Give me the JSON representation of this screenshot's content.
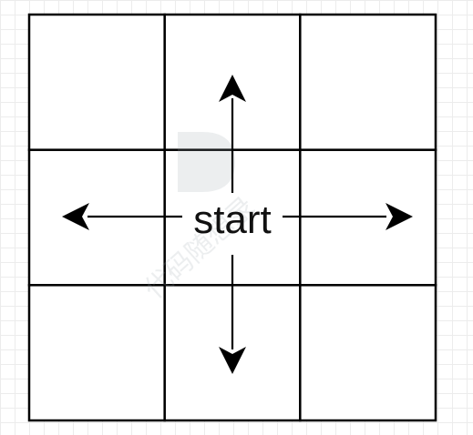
{
  "diagram": {
    "label": "start",
    "grid": {
      "rows": 3,
      "cols": 3
    },
    "arrows": [
      "up",
      "down",
      "left",
      "right"
    ],
    "colors": {
      "stroke": "#000000",
      "cell_fill": "#ffffff",
      "background_grid": "#ececec",
      "watermark": "#9aa4ad"
    },
    "watermark": {
      "logo_letter": "D",
      "text": "代码随想录"
    }
  }
}
